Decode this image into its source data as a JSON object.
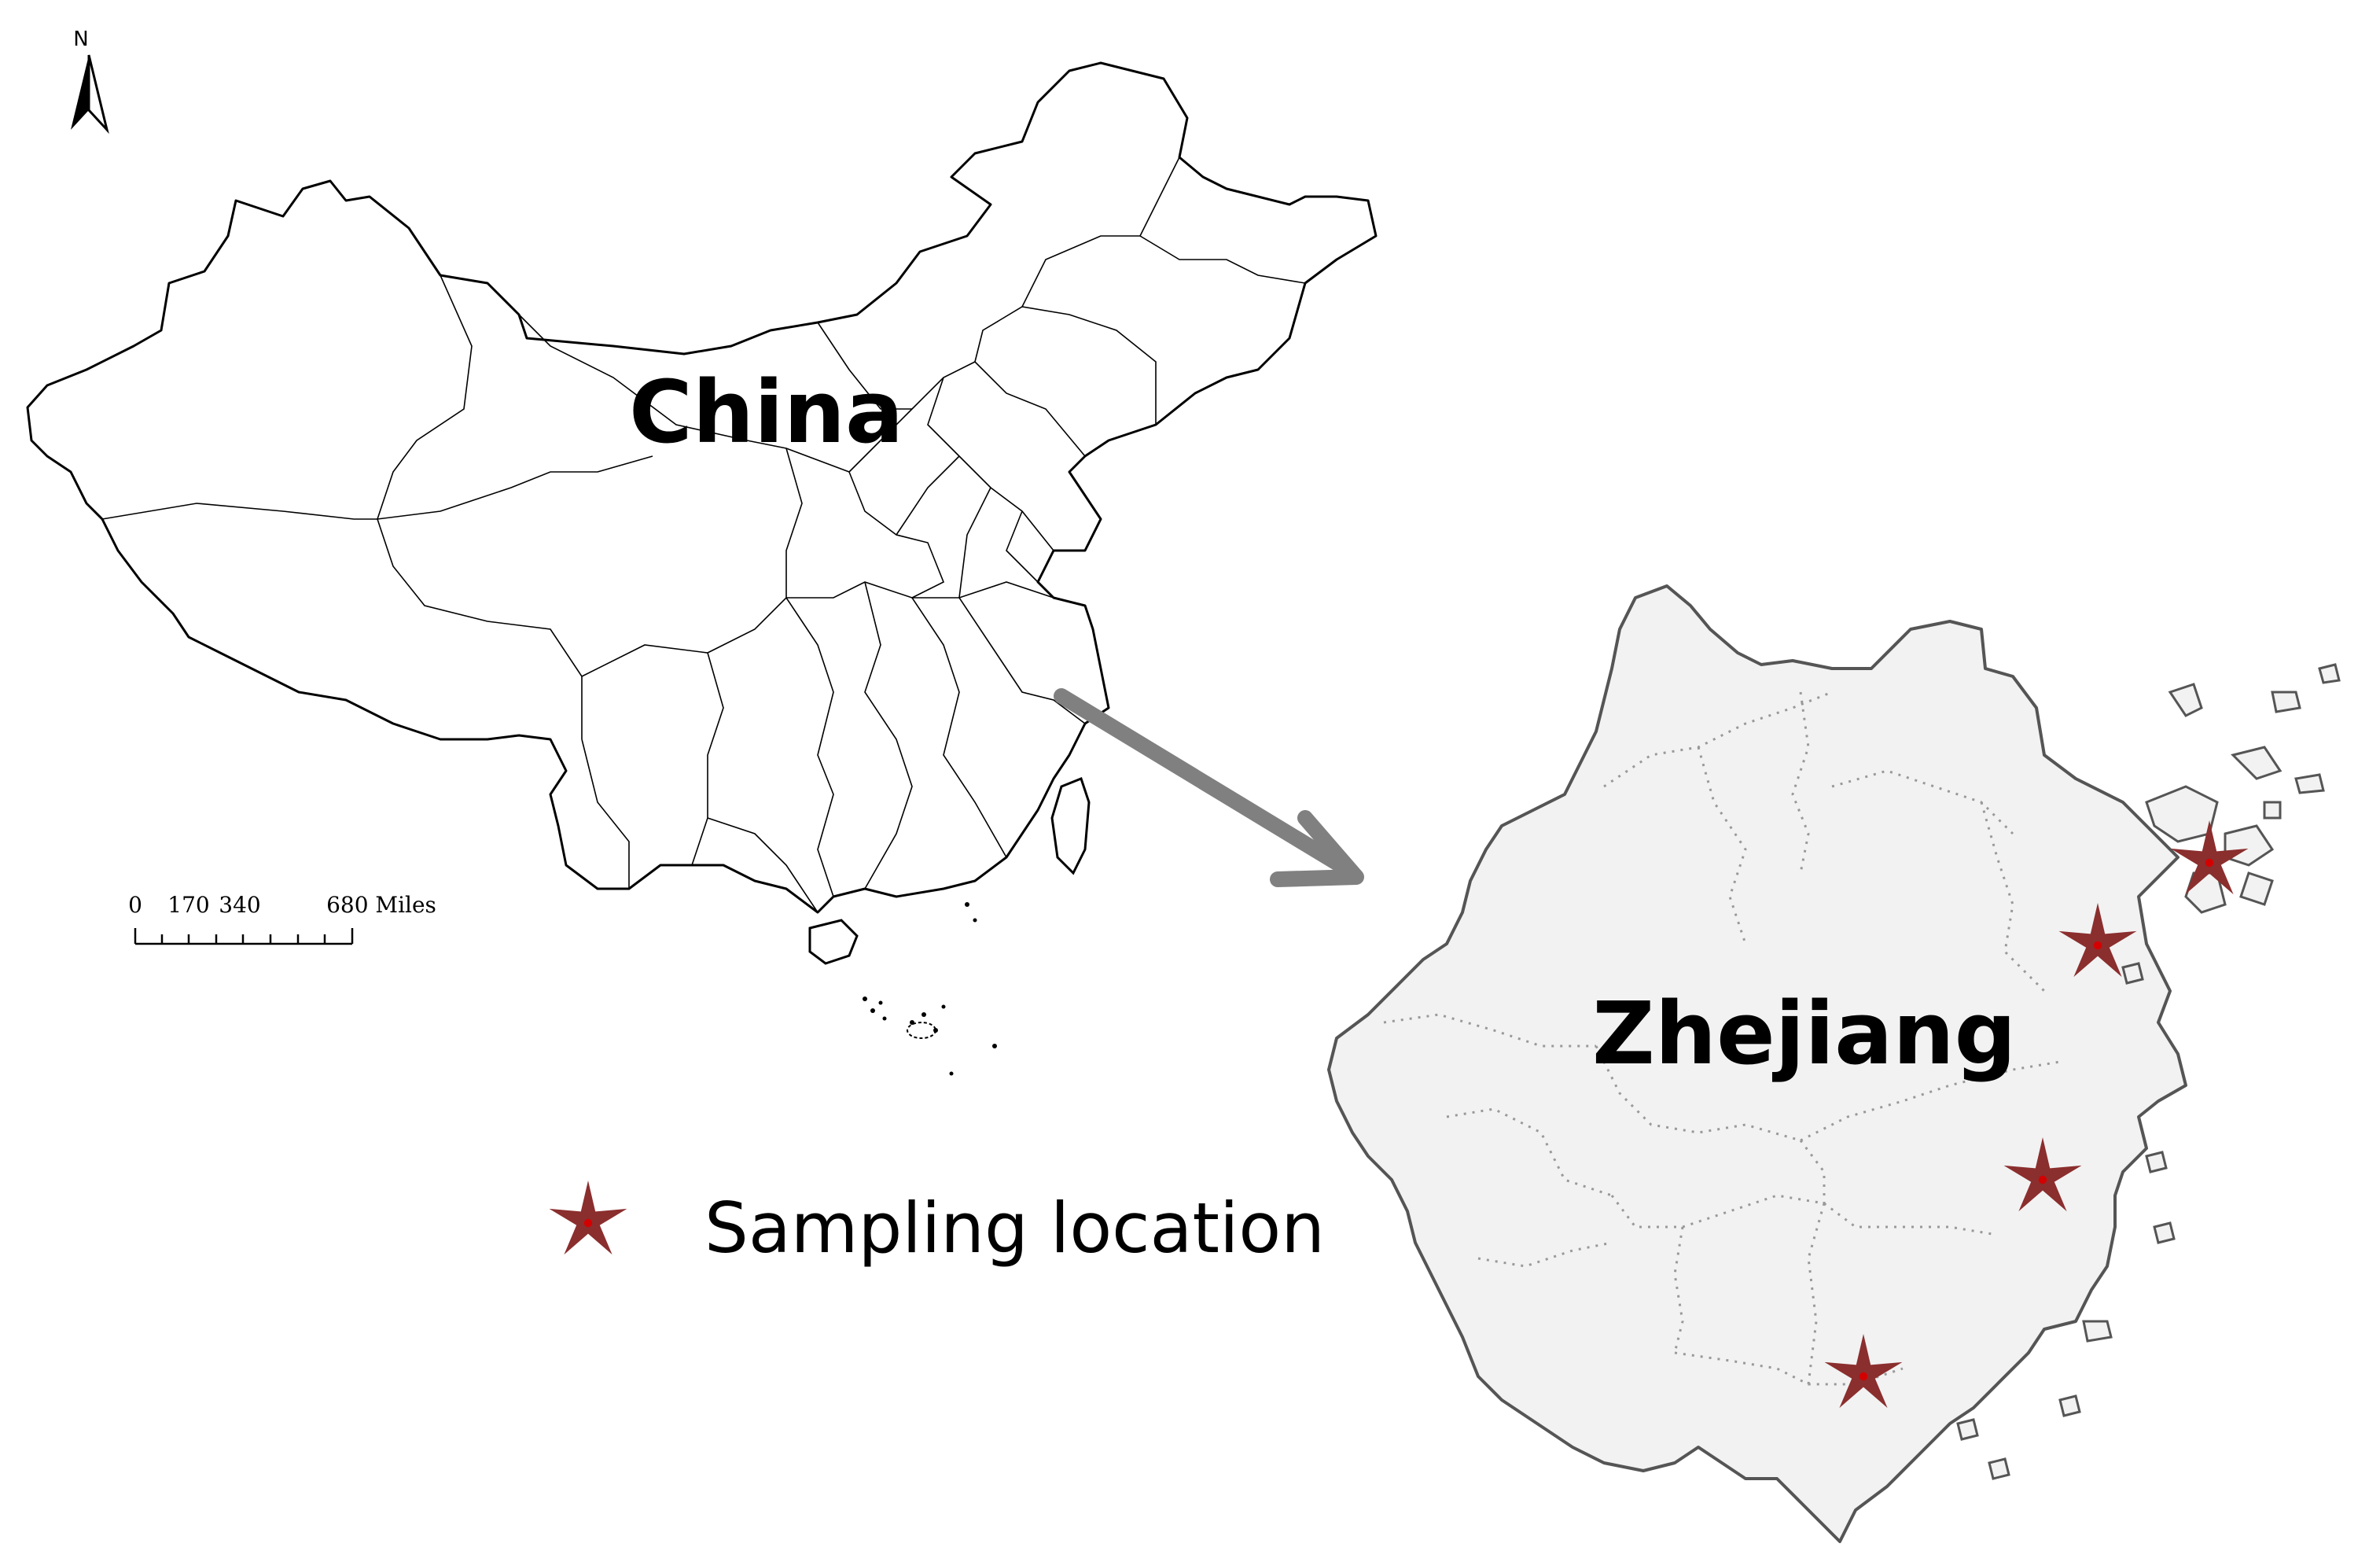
{
  "labels": {
    "country": "China",
    "province": "Zhejiang"
  },
  "legend": {
    "text": "Sampling location",
    "symbol": "star-icon",
    "symbol_color": "#8b2e2e"
  },
  "north_arrow": {
    "letter": "N"
  },
  "scale_bar": {
    "ticks": [
      "0",
      "170",
      "340",
      "680 Miles"
    ]
  },
  "sampling_sites_count": 4,
  "colors": {
    "china_fill": "#ffffff",
    "china_stroke": "#000000",
    "zhejiang_fill": "#f2f2f2",
    "zhejiang_stroke": "#555555",
    "arrow": "#808080",
    "star": "#8b2e2e",
    "star_center": "#d40000"
  }
}
